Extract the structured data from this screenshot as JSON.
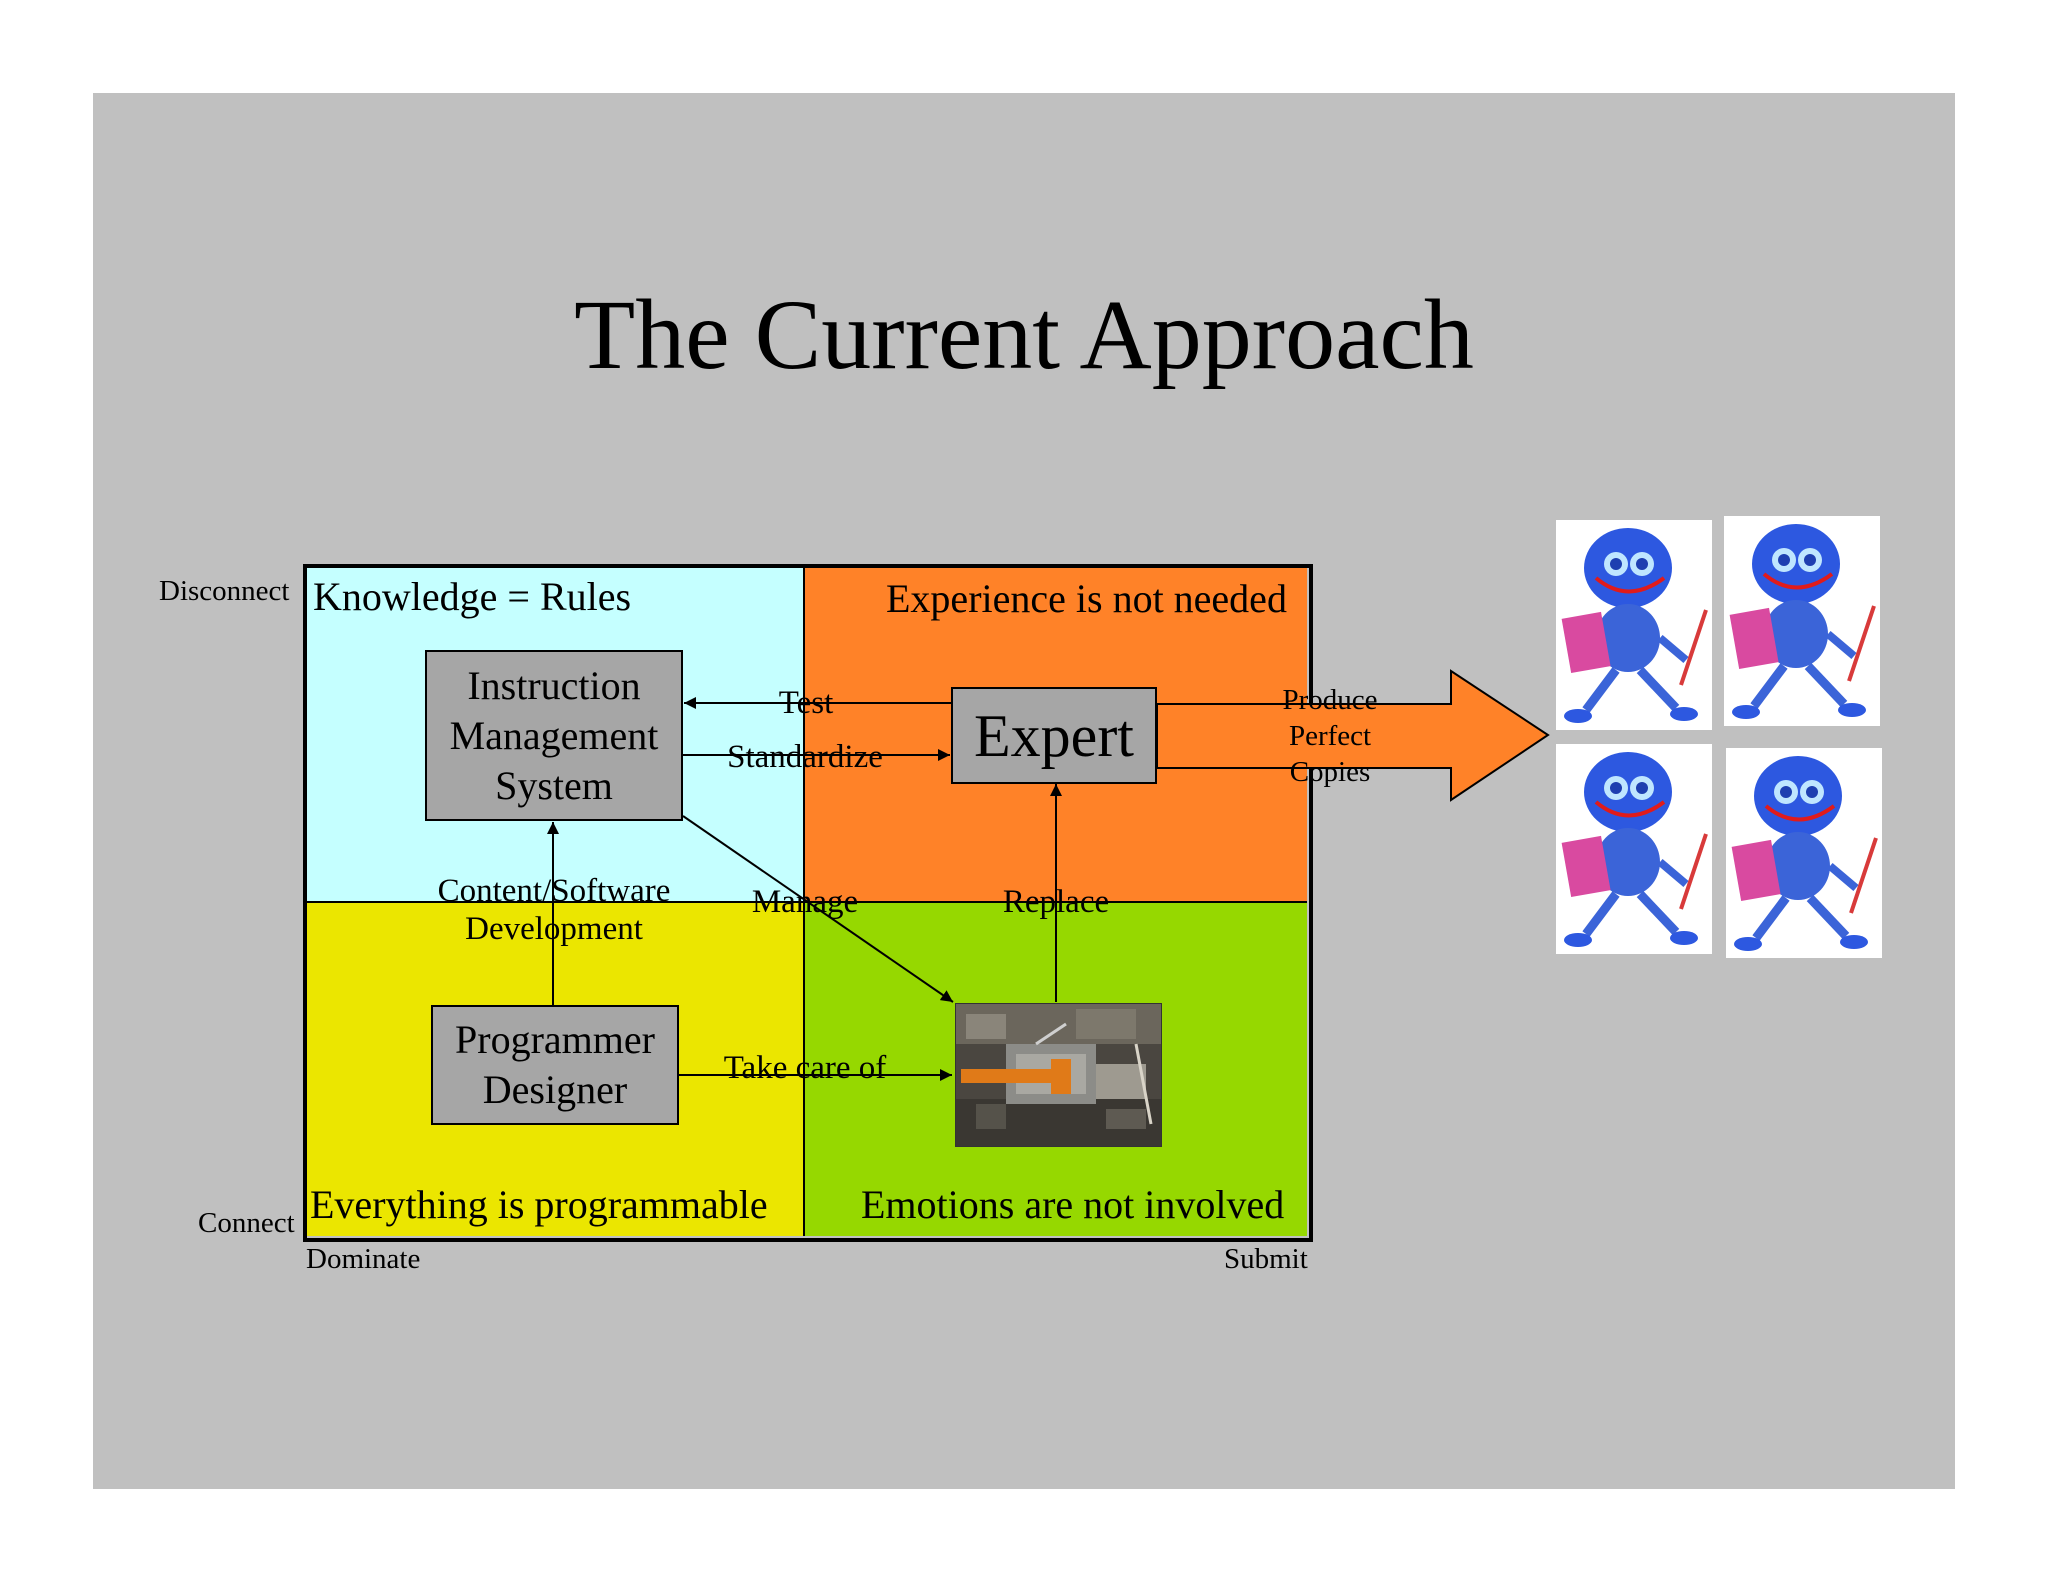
{
  "slide": {
    "title": "The Current Approach"
  },
  "quadrants": {
    "top_left": "Knowledge = Rules",
    "top_right": "Experience is not needed",
    "bottom_left": "Everything is programmable",
    "bottom_right": "Emotions are not involved"
  },
  "axes": {
    "y_top": "Disconnect",
    "y_bottom": "Connect",
    "x_left": "Dominate",
    "x_right": "Submit"
  },
  "boxes": {
    "ims": "Instruction\nManagement\nSystem",
    "expert": "Expert",
    "programmer": "Programmer\nDesigner"
  },
  "edges": {
    "test": "Test",
    "standardize": "Standardize",
    "content_software": "Content/Software\nDevelopment",
    "manage": "Manage",
    "replace": "Replace",
    "take_care": "Take care of",
    "produce": "Produce\nPerfect\nCopies"
  },
  "colors": {
    "slide_bg": "#c0c0c0",
    "q_top_left": "#c5ffff",
    "q_top_right": "#ff8228",
    "q_bottom_left": "#ebe600",
    "q_bottom_right": "#96d800",
    "box_fill": "#a6a6a6",
    "big_arrow": "#ff8228"
  },
  "images": {
    "factory_photo": "robotic-assembly-line-photo",
    "robot_clipart": "blue-robot-figure-icon"
  }
}
